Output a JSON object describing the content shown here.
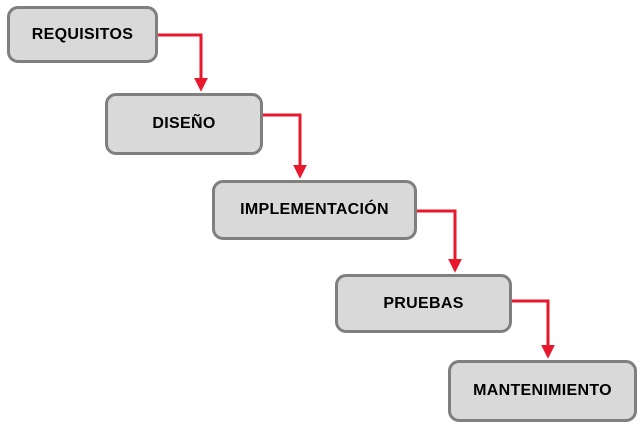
{
  "diagram": {
    "stages": [
      {
        "id": "requisitos",
        "label": "REQUISITOS"
      },
      {
        "id": "diseno",
        "label": "DISEÑO"
      },
      {
        "id": "implementacion",
        "label": "IMPLEMENTACIÓN"
      },
      {
        "id": "pruebas",
        "label": "PRUEBAS"
      },
      {
        "id": "mantenimiento",
        "label": "MANTENIMIENTO"
      }
    ],
    "connections": [
      {
        "from": "requisitos",
        "to": "diseno"
      },
      {
        "from": "diseno",
        "to": "implementacion"
      },
      {
        "from": "implementacion",
        "to": "pruebas"
      },
      {
        "from": "pruebas",
        "to": "mantenimiento"
      }
    ]
  },
  "colors": {
    "box_fill": "#d9d9d9",
    "box_border": "#7f7f7f",
    "arrow": "#e8192c",
    "text": "#000000",
    "background": "#ffffff"
  }
}
